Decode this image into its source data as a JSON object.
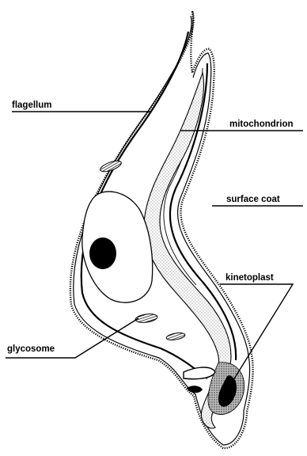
{
  "labels": {
    "flagellum": "flagellum",
    "mitochondrion": "mitochondrion",
    "surface_coat": "surface coat",
    "kinetoplast": "kinetoplast",
    "glycosome": "glycosome"
  },
  "colors": {
    "ink": "#000000",
    "paper": "#ffffff",
    "stipple": "#d9d9d9"
  }
}
